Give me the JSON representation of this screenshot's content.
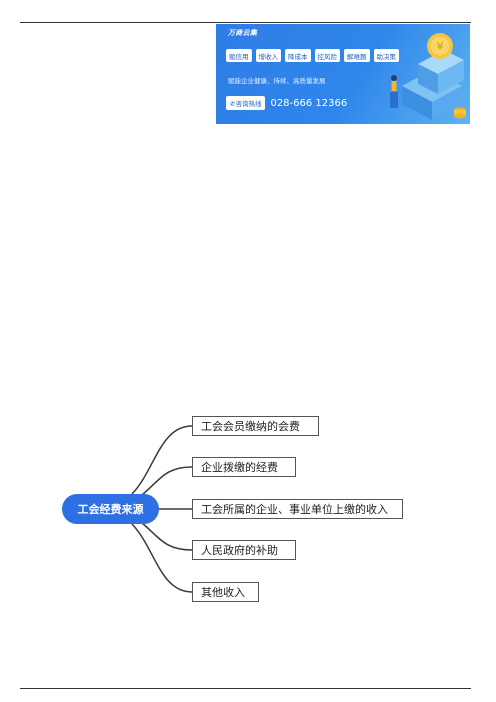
{
  "banner": {
    "brand": "万商云集",
    "tags": [
      "赋信用",
      "增收入",
      "降成本",
      "控风险",
      "解难题",
      "助决策"
    ],
    "slogan": "赋能企业健康、持续、高质量发展",
    "hotline_label": "咨询热线",
    "hotline_number": "028-666 12366"
  },
  "mindmap": {
    "root": "工会经费来源",
    "children": [
      "工会会员缴纳的会费",
      "企业拨缴的经费",
      "工会所属的企业、事业单位上缴的收入",
      "人民政府的补助",
      "其他收入"
    ]
  },
  "colors": {
    "root_fill": "#2f6fe4",
    "banner_blue": "#2f7de6"
  }
}
